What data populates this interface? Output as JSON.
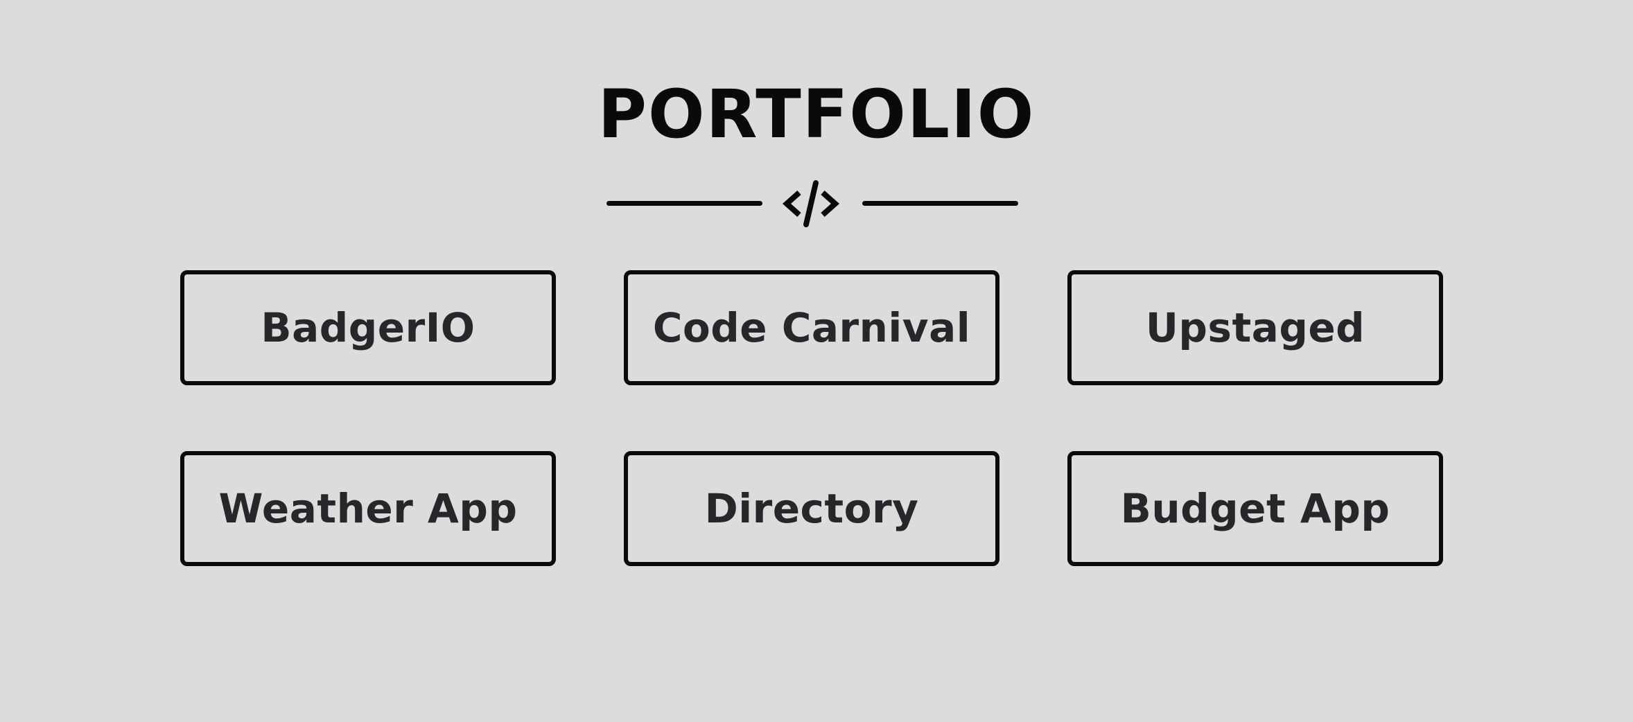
{
  "header": {
    "title": "PORTFOLIO",
    "divider_icon": "code-icon"
  },
  "projects": [
    {
      "label": "BadgerIO"
    },
    {
      "label": "Code Carnival"
    },
    {
      "label": "Upstaged"
    },
    {
      "label": "Weather App"
    },
    {
      "label": "Directory"
    },
    {
      "label": "Budget App"
    }
  ],
  "colors": {
    "background": "#dcdcdc",
    "foreground": "#0a0a0a",
    "card_text": "#26272b"
  }
}
